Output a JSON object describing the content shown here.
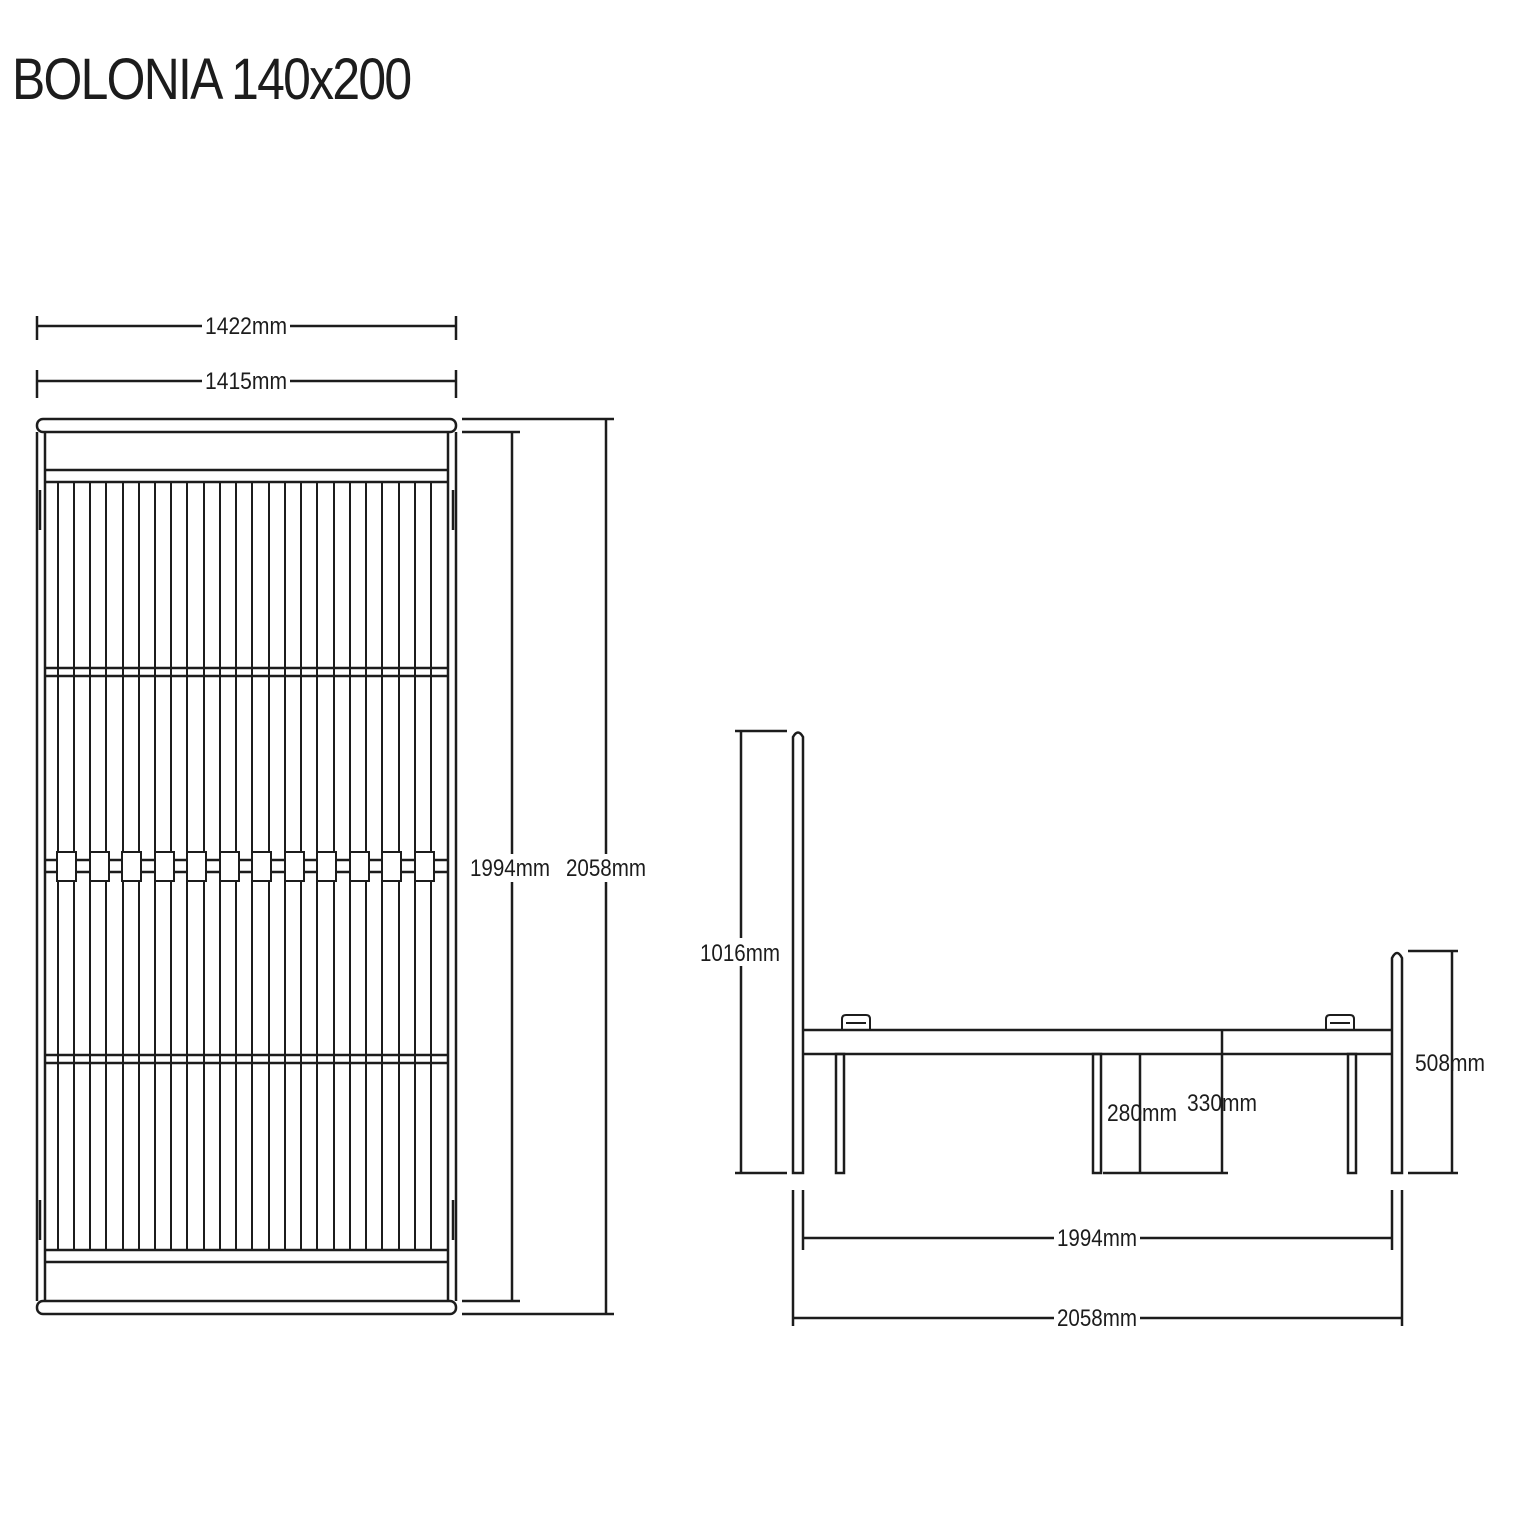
{
  "title": "BOLONIA 140x200",
  "top_view": {
    "outer_width": "1422mm",
    "inner_width": "1415mm",
    "inner_length": "1994mm",
    "outer_length": "2058mm"
  },
  "side_view": {
    "headboard_height": "1016mm",
    "footboard_height": "508mm",
    "clearance_low": "280mm",
    "clearance_high": "330mm",
    "inner_length": "1994mm",
    "outer_length": "2058mm"
  },
  "colors": {
    "line": "#1c1c1c",
    "background": "#ffffff"
  }
}
